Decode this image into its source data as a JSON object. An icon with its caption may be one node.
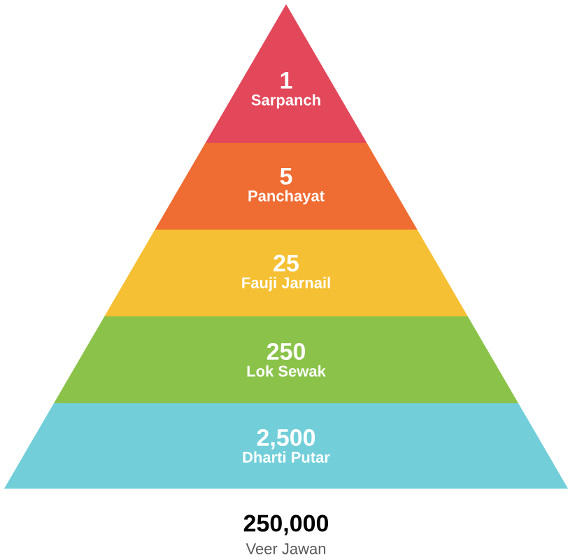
{
  "diagram": {
    "nodes": [
      {
        "text": [
          "1",
          "Sarpanch"
        ]
      },
      {
        "text": [
          "5",
          "Panchayat"
        ]
      },
      {
        "text": [
          "25",
          "Fauji Jarnail"
        ]
      },
      {
        "text": [
          "250",
          "Lok Sewak"
        ]
      },
      {
        "text": [
          "2,500",
          "Dharti Putar"
        ]
      }
    ],
    "labels": [
      "250,000",
      "Veer Jawan"
    ]
  }
}
